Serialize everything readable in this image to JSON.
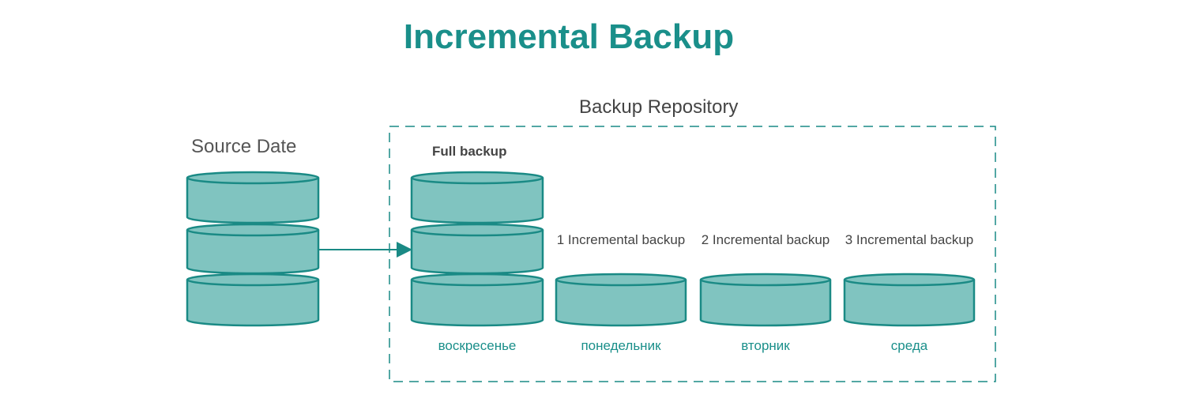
{
  "title": "Incremental Backup",
  "repository_label": "Backup Repository",
  "source_label": "Source Date",
  "full_backup_label": "Full backup",
  "incrementals": [
    {
      "label": "1 Incremental backup",
      "day": "понедельник"
    },
    {
      "label": "2 Incremental backup",
      "day": "вторник"
    },
    {
      "label": "3 Incremental backup",
      "day": "среда"
    }
  ],
  "full_day": "воскресенье",
  "colors": {
    "accent": "#1a8f8a",
    "fill": "#80c4c0"
  }
}
